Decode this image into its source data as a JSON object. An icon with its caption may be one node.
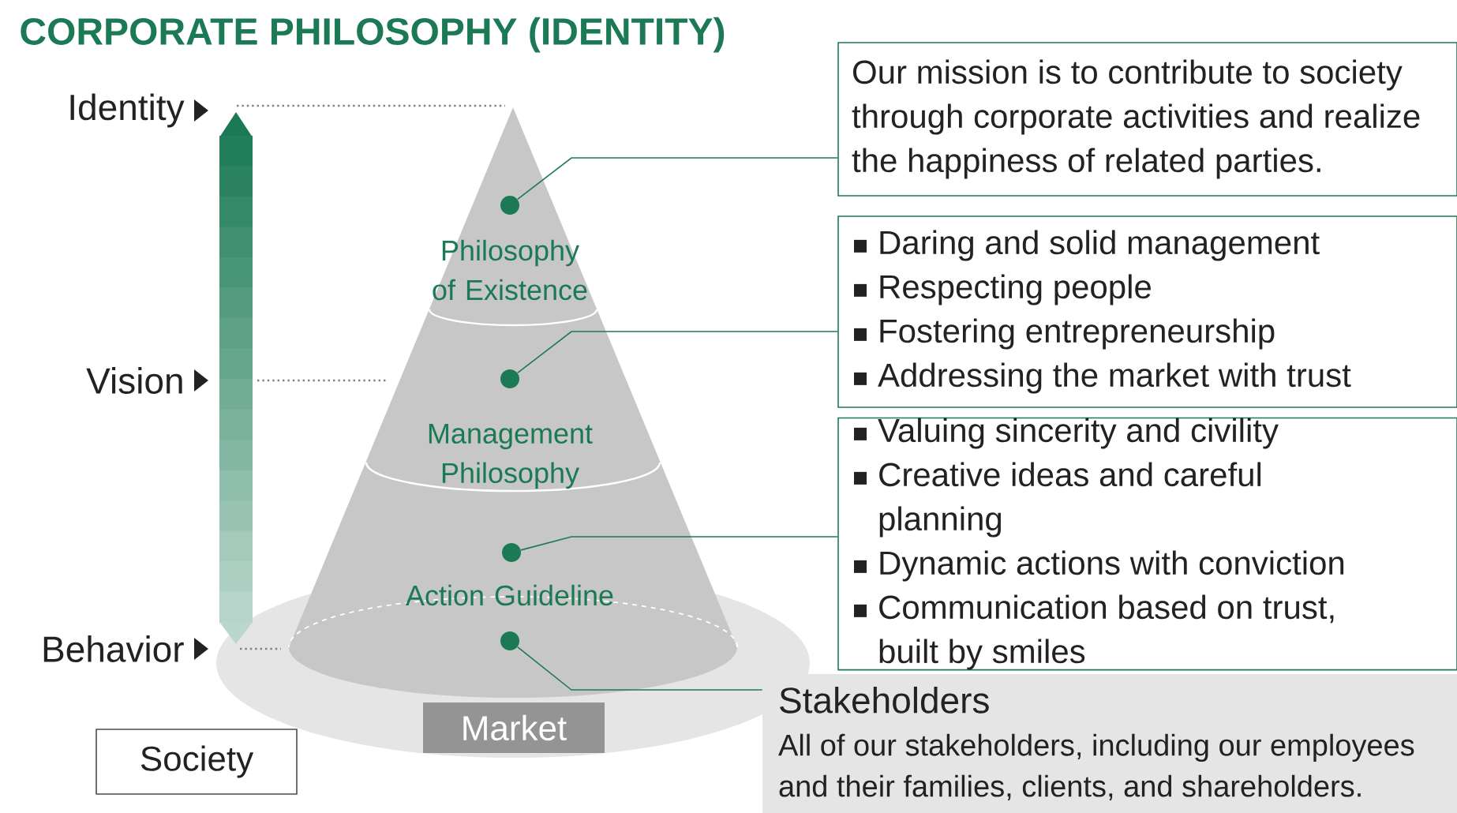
{
  "diagram": {
    "title": "CORPORATE PHILOSOPHY (IDENTITY)",
    "nodes": [
      {
        "text": [
          "Philosophy of Existence"
        ]
      },
      {
        "text": [
          "Management Philosophy"
        ]
      },
      {
        "text": [
          "Action Guideline"
        ]
      },
      {
        "text": [],
        "shape": "circle"
      },
      {
        "text": [],
        "shape": "circle"
      },
      {
        "text": [],
        "shape": "circle"
      },
      {
        "text": [],
        "shape": "circle"
      },
      {
        "text": [
          "Our mission is to contribute to society through corporate activities and realize the happiness of related parties."
        ]
      },
      {
        "text": [
          "Daring and solid management",
          "Respecting people",
          "Fostering entrepreneurship",
          "Addressing the market with trust"
        ]
      },
      {
        "text": [
          "Valuing sincerity and civility",
          "Creative ideas and careful planning",
          "Dynamic actions with conviction",
          "Communication based on trust, built by smiles"
        ]
      },
      {
        "text": [
          "Stakeholders",
          "All of our stakeholders, including our employees and their families, clients, and shareholders."
        ]
      },
      {
        "text": [
          "Market"
        ]
      },
      {
        "text": [
          "Society"
        ]
      }
    ],
    "edges": [
      {
        "from": 3,
        "to": 7,
        "arrow": "none"
      },
      {
        "from": 4,
        "to": 8,
        "arrow": "none"
      },
      {
        "from": 5,
        "to": 9,
        "arrow": "none"
      },
      {
        "from": 6,
        "to": 10,
        "arrow": "none"
      }
    ],
    "labels": [
      "Identity",
      "Vision",
      "Behavior"
    ]
  }
}
